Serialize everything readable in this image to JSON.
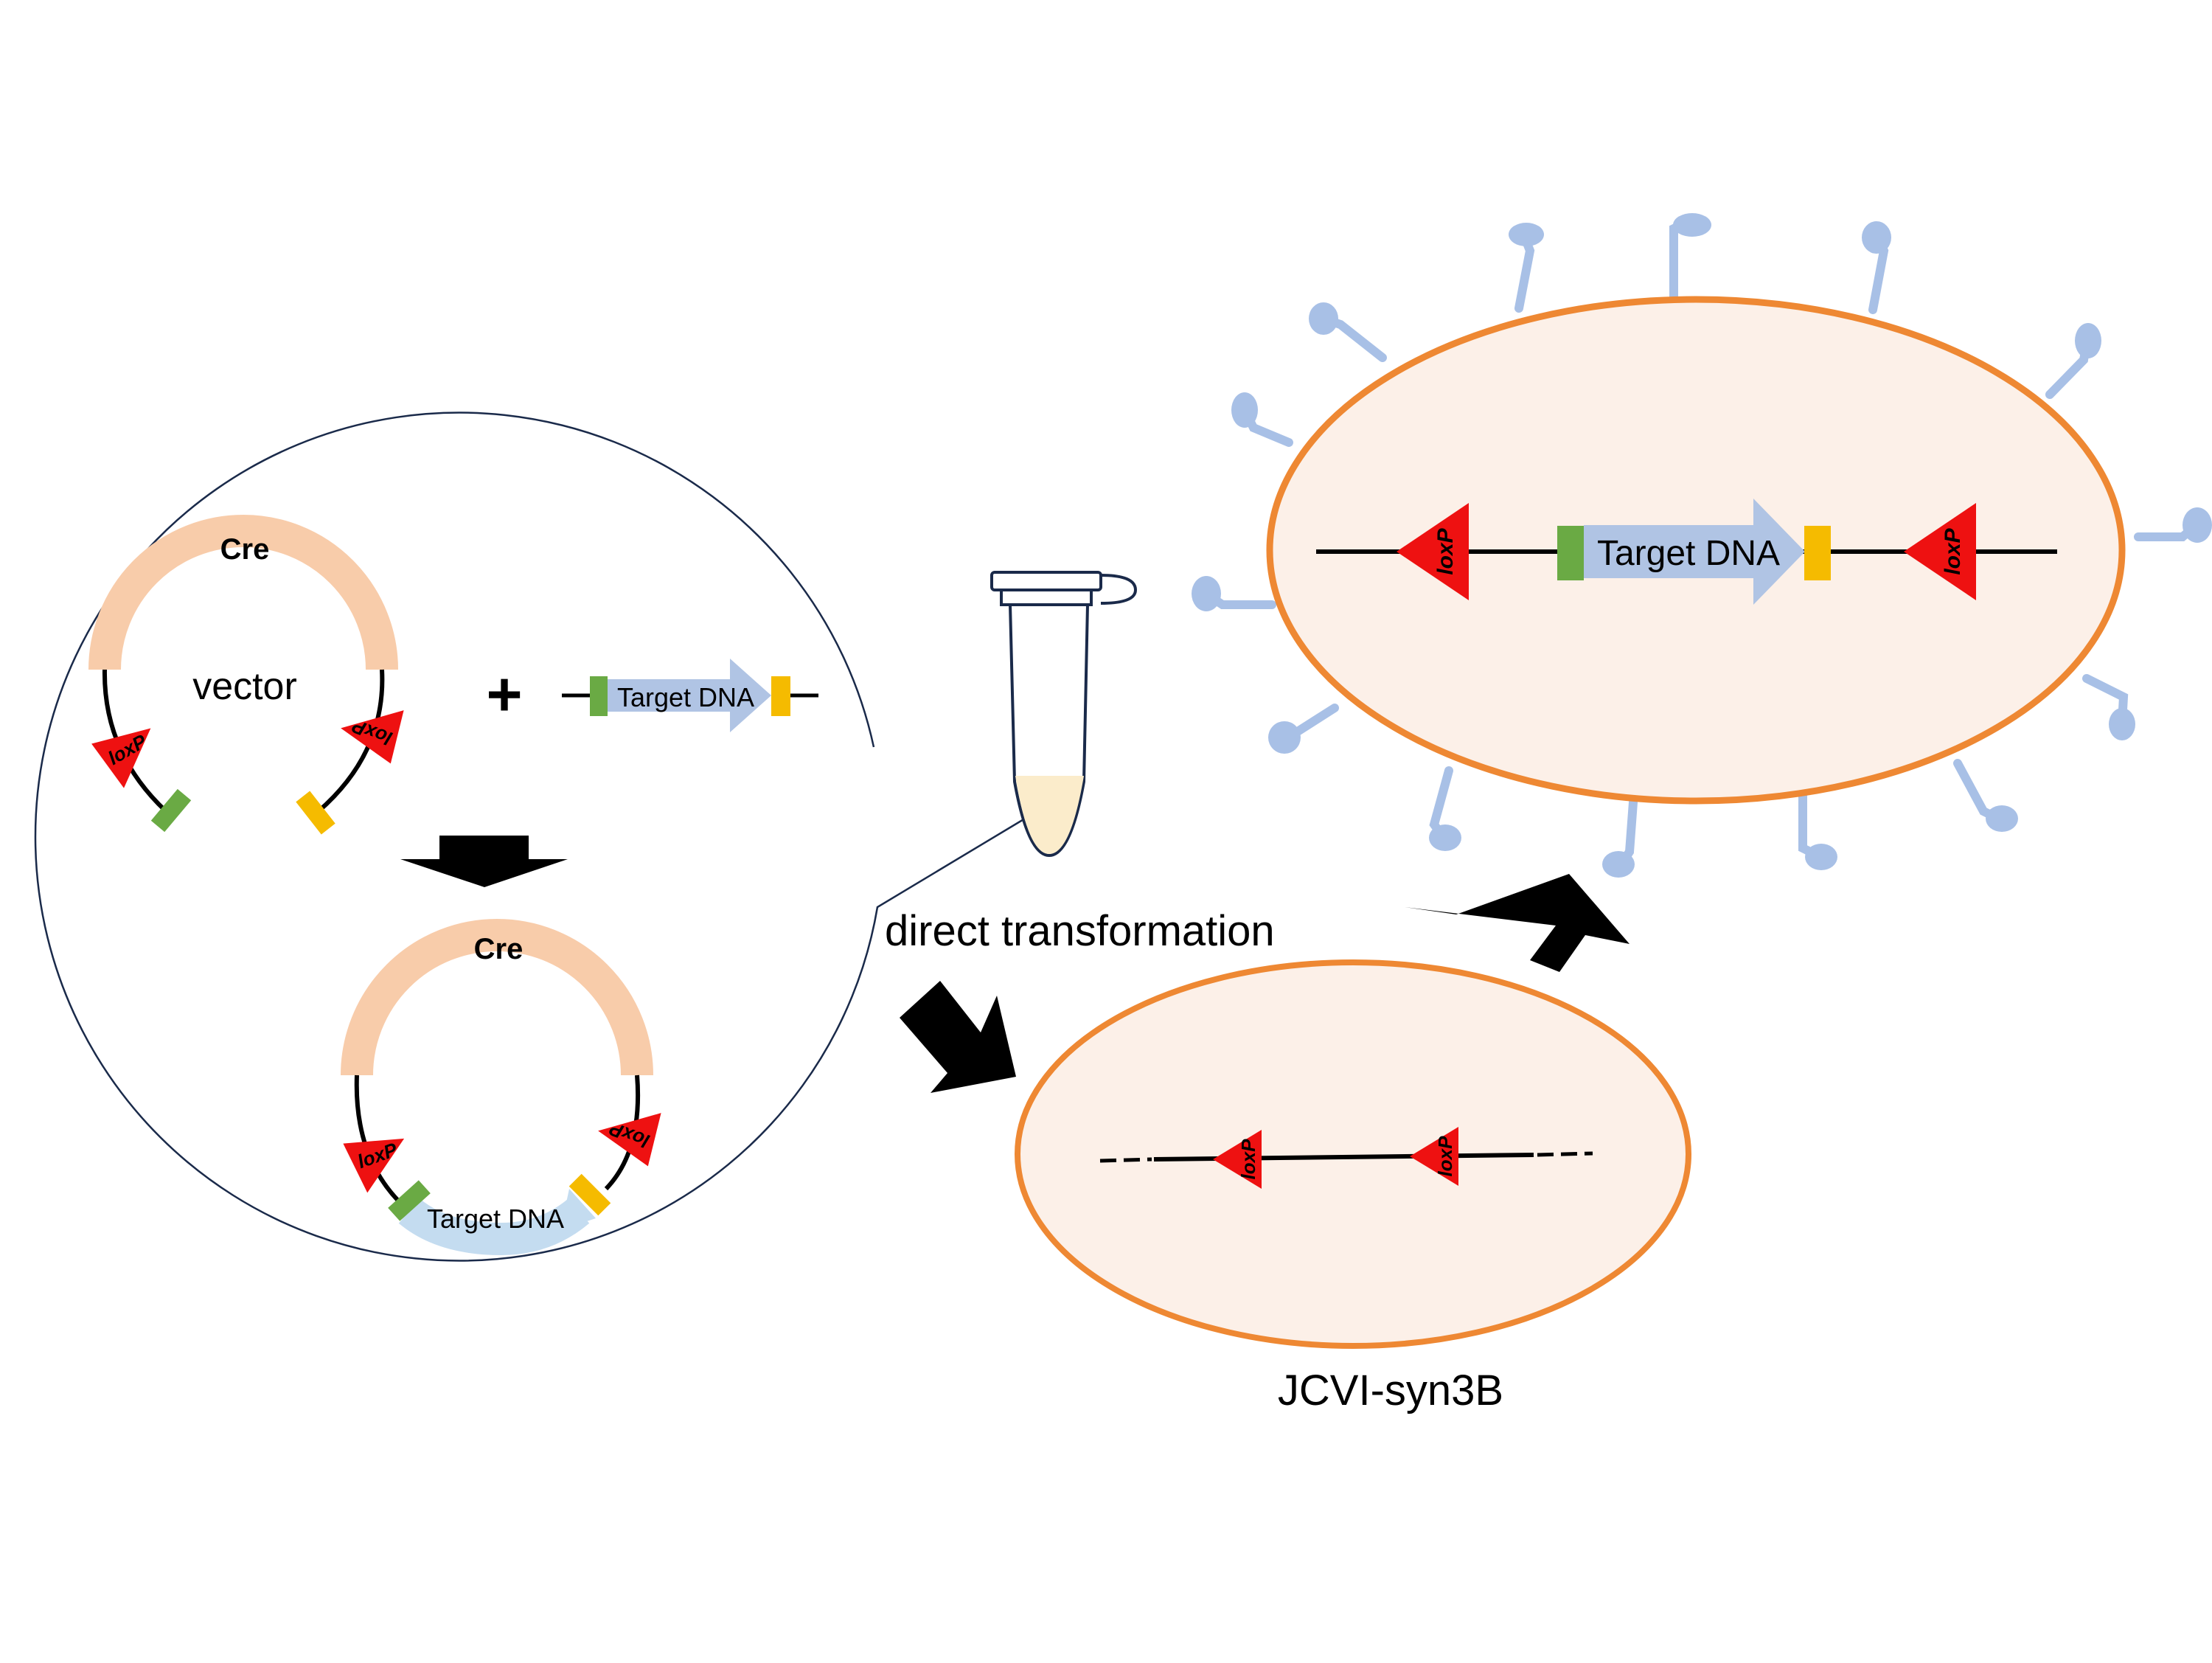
{
  "colors": {
    "cre_arc": "#f8ccaa",
    "target_arrow": "#b0c4e4",
    "target_arrow_light": "#c4dcf0",
    "loxp": "#ee1111",
    "green_site": "#6aaa44",
    "yellow_site": "#f5bb00",
    "cell_outline": "#ee8833",
    "cell_fill": "#fcf0e8",
    "flagella": "#a8c0e6",
    "arrow": "#000000",
    "tube_liquid": "#fbeccb"
  },
  "labels": {
    "cre_top": "Cre",
    "vector": "vector",
    "plus": "+",
    "target_dna_free": "Target DNA",
    "cre_bottom": "Cre",
    "target_dna_plasmid": "Target DNA",
    "direct_transformation": "direct transformation",
    "jcvi": "JCVI-syn3B",
    "target_dna_genome": "Target DNA",
    "loxp": "loxP"
  },
  "icons": [
    "microcentrifuge-tube-icon",
    "down-arrow-icon",
    "diagonal-arrow-icon",
    "up-arrow-icon"
  ]
}
